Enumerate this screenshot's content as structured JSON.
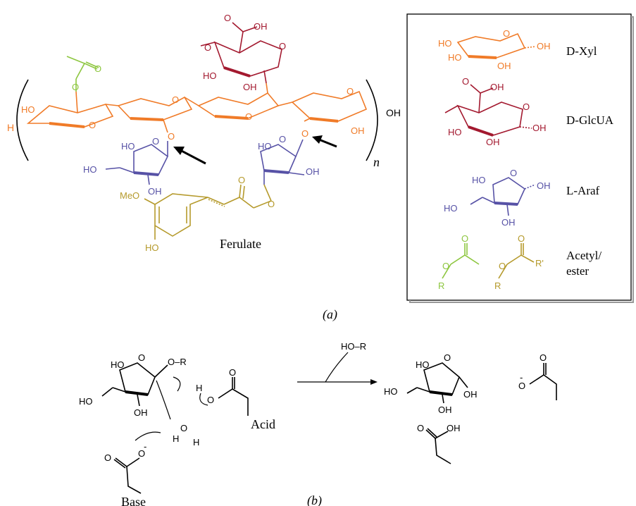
{
  "colors": {
    "xyl": "#f07b28",
    "glcua": "#a3192f",
    "araf": "#5752a6",
    "acetyl": "#8dc63f",
    "ester": "#b59a2c",
    "ink": "#000000"
  },
  "panel_a": {
    "label": "(a)",
    "repeat_subscript": "n",
    "backbone_terminal_left": "H",
    "backbone_terminal_right": "OH",
    "atoms": {
      "carbonyl_o": "O",
      "ester_o": "O",
      "ring_o": "O",
      "ho": "HO",
      "oh": "OH",
      "meo": "MeO"
    },
    "ferulate_label": "Ferulate"
  },
  "legend": {
    "items": [
      {
        "key": "xyl",
        "label": "D-Xyl"
      },
      {
        "key": "glcua",
        "label": "D-GlcUA"
      },
      {
        "key": "araf",
        "label": "L-Araf"
      },
      {
        "key": "acetyl",
        "label": "Acetyl/\nester"
      }
    ],
    "atoms": {
      "o": "O",
      "ho": "HO",
      "oh": "OH",
      "r": "R",
      "r_prime": "R'"
    },
    "acetyl_line1": "Acetyl/",
    "acetyl_line2": "ester"
  },
  "panel_b": {
    "label": "(b)",
    "leaving_group": "HO–R",
    "substrate_or": "O–R",
    "acid_label": "Acid",
    "base_label": "Base",
    "water_h1": "H",
    "water_o": "O",
    "water_h2": "H",
    "atoms": {
      "o": "O",
      "ho": "HO",
      "oh": "OH",
      "h": "H",
      "minus": "-"
    }
  }
}
